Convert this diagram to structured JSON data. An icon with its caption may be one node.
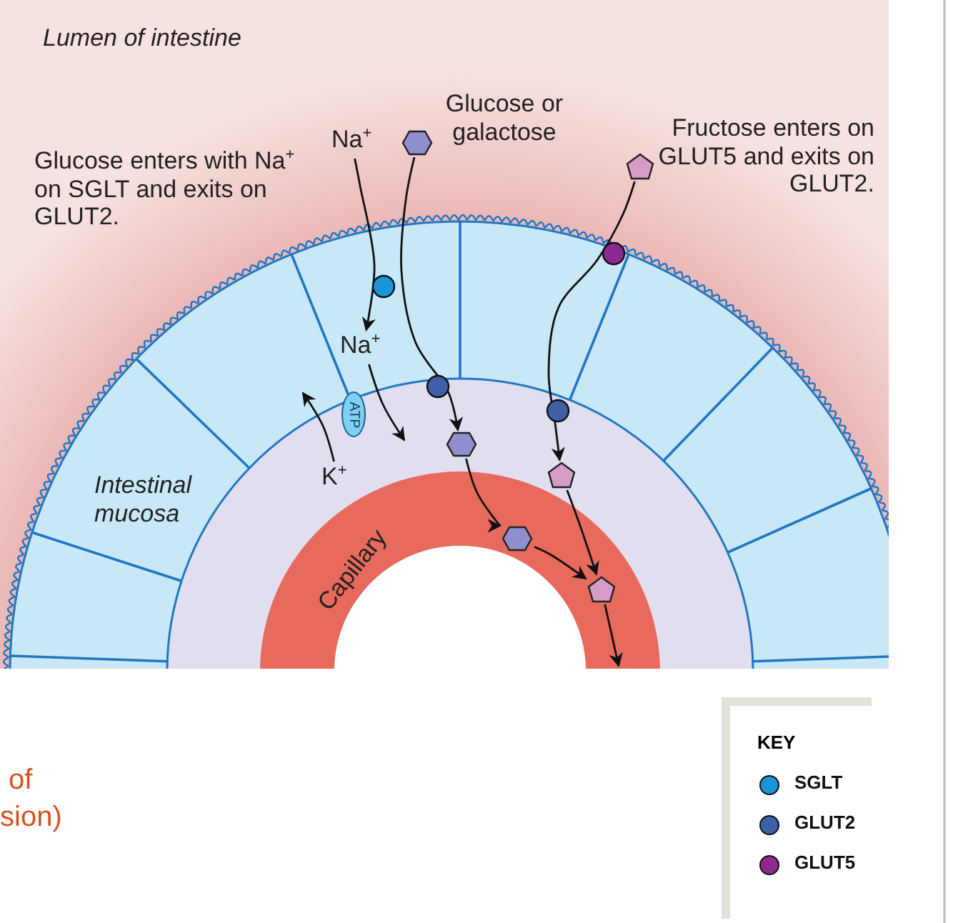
{
  "diagram": {
    "nodes": [
      {
        "text": [
          "Na$^{+}$"
        ]
      },
      {
        "text": [],
        "shape": "hexagon",
        "beside": [
          "Glucose or galactose"
        ]
      },
      {
        "text": [],
        "shape": "pentagon"
      },
      {
        "text": [],
        "shape": "circle"
      },
      {
        "text": [],
        "shape": "circle"
      },
      {
        "text": [
          "Na$^{+}$"
        ]
      },
      {
        "text": [
          "ATP"
        ]
      },
      {
        "text": [
          "K$^{+}$"
        ]
      },
      {
        "text": [],
        "shape": "circle"
      },
      {
        "text": [],
        "shape": "circle"
      },
      {
        "text": [],
        "shape": "hexagon"
      },
      {
        "text": [],
        "shape": "pentagon"
      },
      {
        "text": [],
        "shape": "hexagon"
      },
      {
        "text": [],
        "shape": "pentagon"
      }
    ],
    "edges": [
      {
        "from": 0,
        "to": 5,
        "arrow": "to"
      },
      {
        "from": 1,
        "to": 10,
        "arrow": "to"
      },
      {
        "from": 2,
        "to": 11,
        "arrow": "to"
      },
      {
        "from": 10,
        "to": 12,
        "arrow": "to"
      },
      {
        "from": 12,
        "to": 13,
        "arrow": "to"
      },
      {
        "from": 11,
        "to": 13,
        "arrow": "to"
      },
      {
        "from": 13,
        "to": null,
        "arrow": "to"
      },
      {
        "from": 5,
        "to": null,
        "arrow": "to"
      },
      {
        "from": 7,
        "to": null,
        "arrow": "to"
      }
    ],
    "labels": [
      "Lumen of intestine",
      "Glucose enters with Na$^{+}$ on SGLT and exits on GLUT2.",
      "Fructose enters on GLUT5 and exits on GLUT2.",
      "Intestinal mucosa",
      "Capillary",
      "of",
      "sion)",
      "KEY"
    ],
    "legend": [
      {
        "text": "SGLT",
        "color": "#1a96d8"
      },
      {
        "text": "GLUT2",
        "color": "#3f5fa6"
      },
      {
        "text": "GLUT5",
        "color": "#8b2a8f"
      }
    ]
  }
}
